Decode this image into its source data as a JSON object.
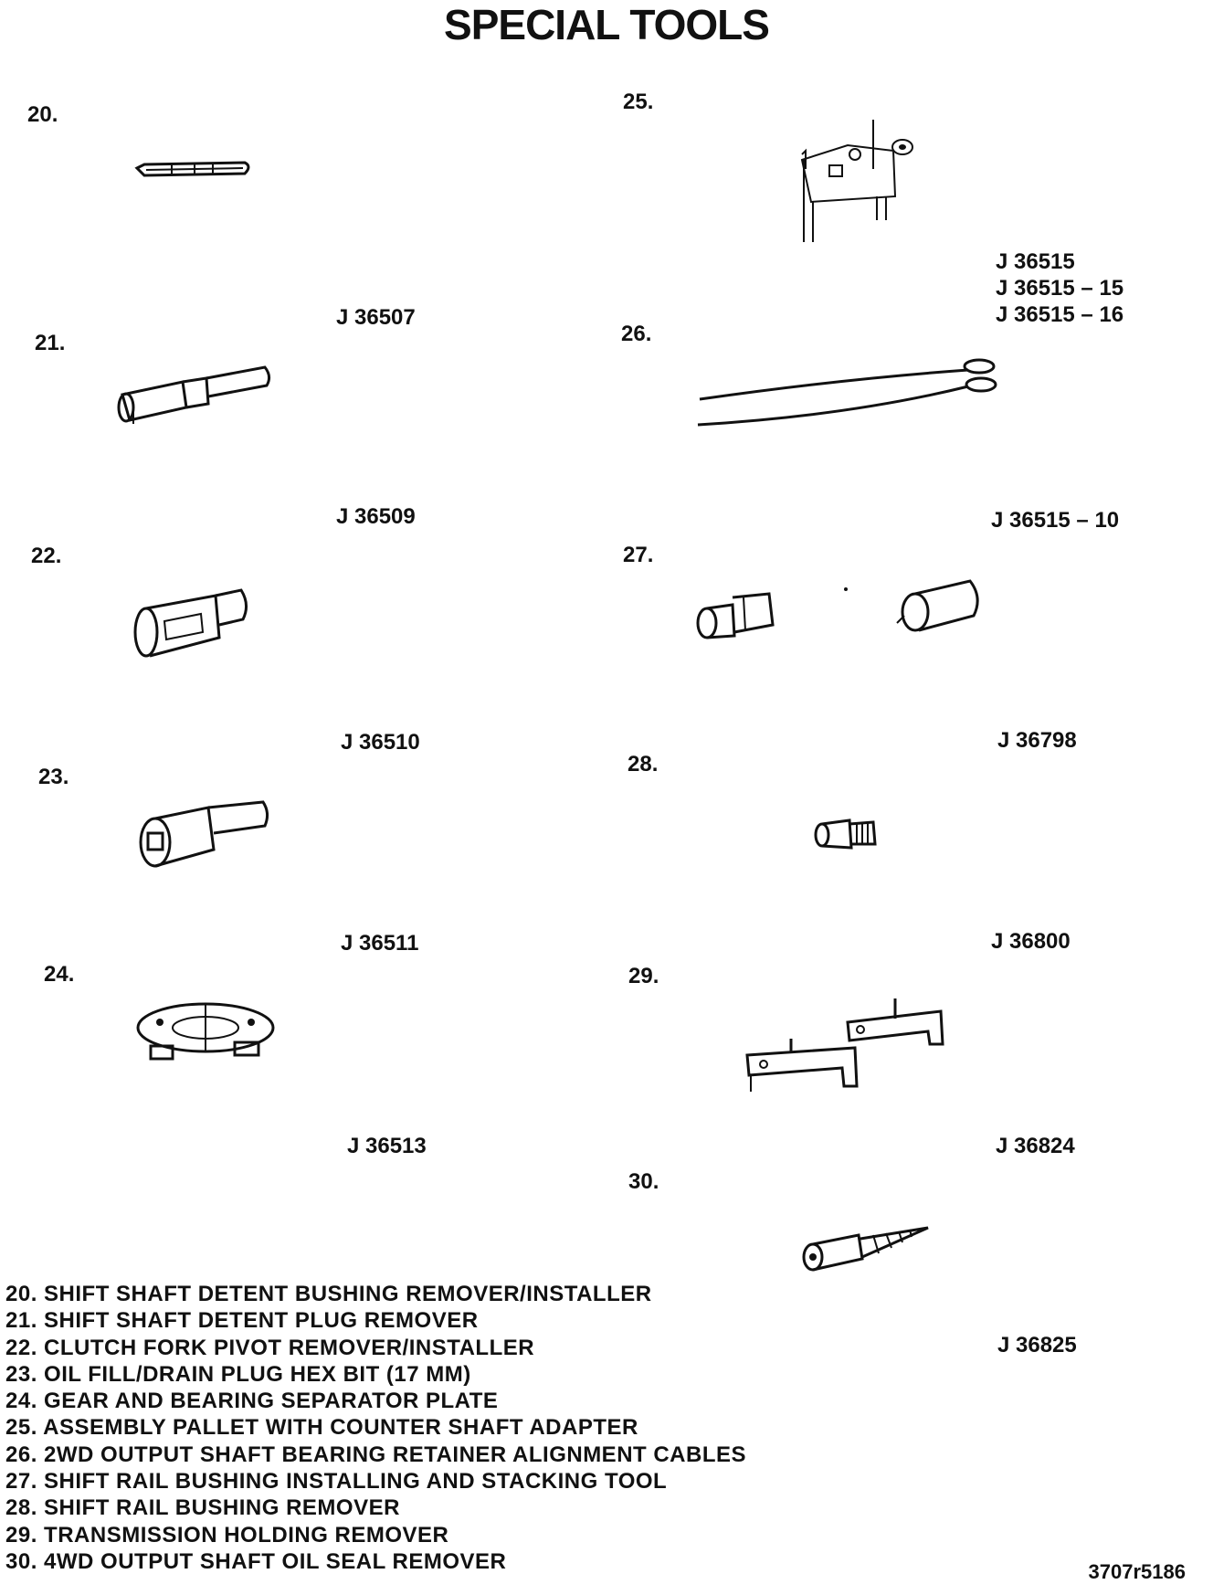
{
  "title": "SPECIAL TOOLS",
  "tools": [
    {
      "num": "20.",
      "codes": [
        "J 36507"
      ]
    },
    {
      "num": "21.",
      "codes": [
        "J 36509"
      ]
    },
    {
      "num": "22.",
      "codes": [
        "J 36510"
      ]
    },
    {
      "num": "23.",
      "codes": [
        "J 36511"
      ]
    },
    {
      "num": "24.",
      "codes": [
        "J 36513"
      ]
    },
    {
      "num": "25.",
      "codes": [
        "J 36515",
        "J 36515 – 15",
        "J 36515 – 16"
      ]
    },
    {
      "num": "26.",
      "codes": [
        "J 36515 – 10"
      ]
    },
    {
      "num": "27.",
      "codes": [
        "J 36798"
      ]
    },
    {
      "num": "28.",
      "codes": [
        "J 36800"
      ]
    },
    {
      "num": "29.",
      "codes": [
        "J 36824"
      ]
    },
    {
      "num": "30.",
      "codes": [
        "J 36825"
      ]
    }
  ],
  "legend": [
    "20. SHIFT SHAFT DETENT BUSHING REMOVER/INSTALLER",
    "21. SHIFT SHAFT DETENT PLUG REMOVER",
    "22. CLUTCH FORK PIVOT REMOVER/INSTALLER",
    "23. OIL FILL/DRAIN PLUG HEX BIT (17 MM)",
    "24. GEAR AND BEARING SEPARATOR PLATE",
    "25. ASSEMBLY PALLET WITH COUNTER SHAFT ADAPTER",
    "26. 2WD OUTPUT SHAFT BEARING RETAINER ALIGNMENT CABLES",
    "27. SHIFT RAIL BUSHING INSTALLING AND STACKING TOOL",
    "28. SHIFT RAIL BUSHING REMOVER",
    "29. TRANSMISSION HOLDING REMOVER",
    "30. 4WD OUTPUT SHAFT OIL SEAL REMOVER"
  ],
  "figure_ref": "3707r5186"
}
